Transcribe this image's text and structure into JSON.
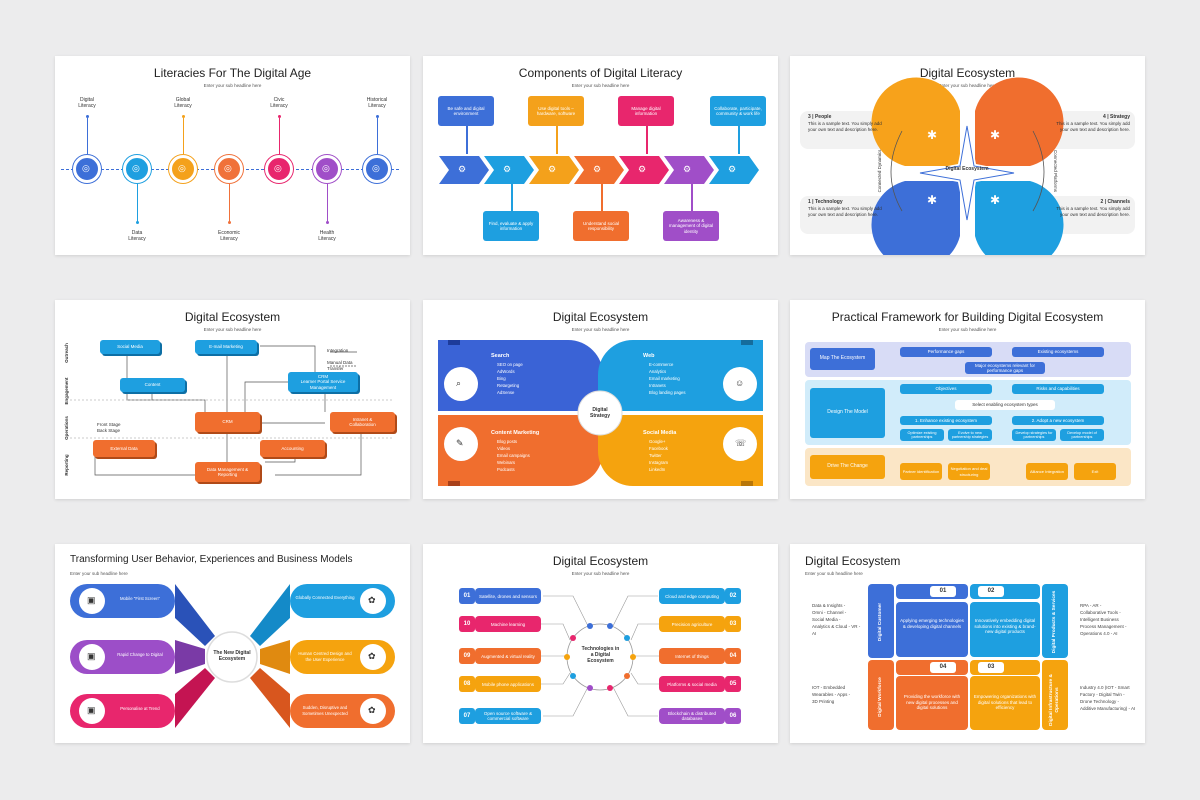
{
  "s1": {
    "title": "Literacies For The Digital Age",
    "sub": "Enter your sub headline here",
    "top": [
      "Digital\nLiteracy",
      "Global\nLiteracy",
      "Civic\nLiteracy",
      "Historical\nLiteracy"
    ],
    "bot": [
      "Data\nLiteracy",
      "Economic\nLiteracy",
      "Health\nLiteracy"
    ],
    "colors": [
      "#3d6fd8",
      "#1e9fe0",
      "#f4a11b",
      "#f0713a",
      "#e8266d",
      "#a04ec8",
      "#3d6fd8"
    ]
  },
  "s2": {
    "title": "Components of Digital Literacy",
    "sub": "Enter your sub headline here",
    "top": [
      "Be safe and digital environment",
      "Use digital tools – hardware, software",
      "Manage digital information",
      "Collaborate, participate, community & work life"
    ],
    "bot": [
      "Find, evaluate & apply information",
      "Understand social responsibility",
      "Awareness & management of digital identity"
    ]
  },
  "s3": {
    "title": "Digital Ecosystem",
    "sub": "Enter your sub headline here",
    "center": "Digital Ecosystem",
    "items": [
      {
        "h": "3 | People",
        "t": "This is a sample text. You simply add your own text and description here."
      },
      {
        "h": "4 | Strategy",
        "t": "This is a sample text. You simply add your own text and description here."
      },
      {
        "h": "1 | Technology",
        "t": "This is a sample text. You simply add your own text and description here."
      },
      {
        "h": "2 | Channels",
        "t": "This is a sample text. You simply add your own text and description here."
      }
    ],
    "left": "Connected Dynamics",
    "right": "Connected Platforms"
  },
  "s4": {
    "title": "Digital Ecosystem",
    "sub": "Enter your sub headline here",
    "rows": [
      "Outreach",
      "Engagement",
      "Operations",
      "Reporting"
    ],
    "boxes": {
      "social": "Social Media",
      "email": "E-mail Marketing",
      "content": "Content",
      "crm2": "CRM\nLearner Portal Service\nManagement",
      "crm": "CRM",
      "intranet": "Intranet &\nCollaboration",
      "external": "External Data",
      "accounting": "Accounting",
      "dm": "Data Management &\nReporting"
    },
    "legend": [
      "Integration",
      "Manual Data\nTransfer"
    ],
    "stage": "Front Stage\nBack Stage"
  },
  "s5": {
    "title": "Digital Ecosystem",
    "sub": "Enter your sub headline here",
    "center": "Digital\nStrategy",
    "q": [
      {
        "h": "Search",
        "items": [
          "SEO on page",
          "AdWords",
          "Bing",
          "Retargeting",
          "AdSense"
        ]
      },
      {
        "h": "Web",
        "items": [
          "E-commerce",
          "Analytics",
          "Email marketing",
          "Intranets",
          "Blog landing pages"
        ]
      },
      {
        "h": "Content Marketing",
        "items": [
          "Blog posts",
          "Videos",
          "Email campaigns",
          "Webinars",
          "Podcasts"
        ]
      },
      {
        "h": "Social Media",
        "items": [
          "Google+",
          "Facebook",
          "Twitter",
          "Instagram",
          "LinkedIn"
        ]
      }
    ]
  },
  "s6": {
    "title": "Practical Framework for Building Digital Ecosystem",
    "sub": "Enter your sub headline here",
    "labels": [
      "Map The Ecosystem",
      "Design The Model",
      "Drive The Change"
    ],
    "map": [
      "Performance gaps",
      "Existing ecosystems",
      "Major ecosystems relevant for performance gaps"
    ],
    "design": [
      "Objectives",
      "Risks and capabilities",
      "Select enabling ecosystem types",
      "1. Enhance existing ecosystem",
      "2. Adopt a new ecosystem",
      "Optimize existing partnerships",
      "Evolve to new partnership strategies",
      "Develop strategies for partnerships",
      "Develop model of partnerships"
    ],
    "drive": [
      "Partner identification",
      "Negotiation and deal structuring",
      "Alliance Integration",
      "Exit"
    ]
  },
  "s7": {
    "title": "Transforming User Behavior, Experiences and Business Models",
    "sub": "Enter your sub headline here",
    "center": "The New Digital\nEcosystem",
    "left": [
      "Mobile \"First Screen\"",
      "Rapid Change to Digital",
      "Personalise at Trend"
    ],
    "right": [
      "Globally Connected Everything",
      "Human Centred Design and the User Experience",
      "Sudden, Disruptive and Sometimes Unexpected"
    ]
  },
  "s8": {
    "title": "Digital Ecosystem",
    "sub": "Enter your sub headline here",
    "center": "Technologies in\na Digital\nEcosystem",
    "left": [
      {
        "n": "01",
        "t": "Satellite, drones and sensors"
      },
      {
        "n": "10",
        "t": "Machine learning"
      },
      {
        "n": "09",
        "t": "Augmented & virtual reality"
      },
      {
        "n": "08",
        "t": "Mobile phone applications"
      },
      {
        "n": "07",
        "t": "Open source software & commercial software"
      }
    ],
    "right": [
      {
        "n": "02",
        "t": "Cloud and edge computing"
      },
      {
        "n": "03",
        "t": "Precision agriculture"
      },
      {
        "n": "04",
        "t": "Internet of things"
      },
      {
        "n": "05",
        "t": "Platforms & social media"
      },
      {
        "n": "06",
        "t": "Blockchain & distributed databases"
      }
    ]
  },
  "s9": {
    "title": "Digital Ecosystem",
    "sub": "Enter your sub headline here",
    "lt": [
      "Data & Insights -",
      "Omni - Channel -",
      "Social Media -",
      "Analytics & Cloud - VR -",
      "AI"
    ],
    "lb": [
      "IOT - Embedded",
      "Wearables - Apps -",
      "3D Printing"
    ],
    "rt": [
      "RPA - AR -",
      "Collaborative Tools -",
      "Intelligent Business",
      "Process Management -",
      "Operations 4.0 - AI"
    ],
    "rb": [
      "Industry 4.0 (IOT - Smart",
      "Factory - Digital Twin -",
      "Drone Technology -",
      "Additive Manufacturing) - AI"
    ],
    "side": [
      "Digital Customer",
      "Digital Products & Services",
      "Digital Workforce",
      "Digital Infrastructure & Operations"
    ],
    "nums": [
      "01",
      "02",
      "04",
      "03"
    ],
    "cells": [
      "Applying emerging technologies & developing digital channels",
      "Innovatively embedding digital solutions into existing & brand-new digital products",
      "Providing the workforce with new digital processes and digital solutions",
      "Empowering organizations with digital solutions that lead to efficiency"
    ]
  }
}
